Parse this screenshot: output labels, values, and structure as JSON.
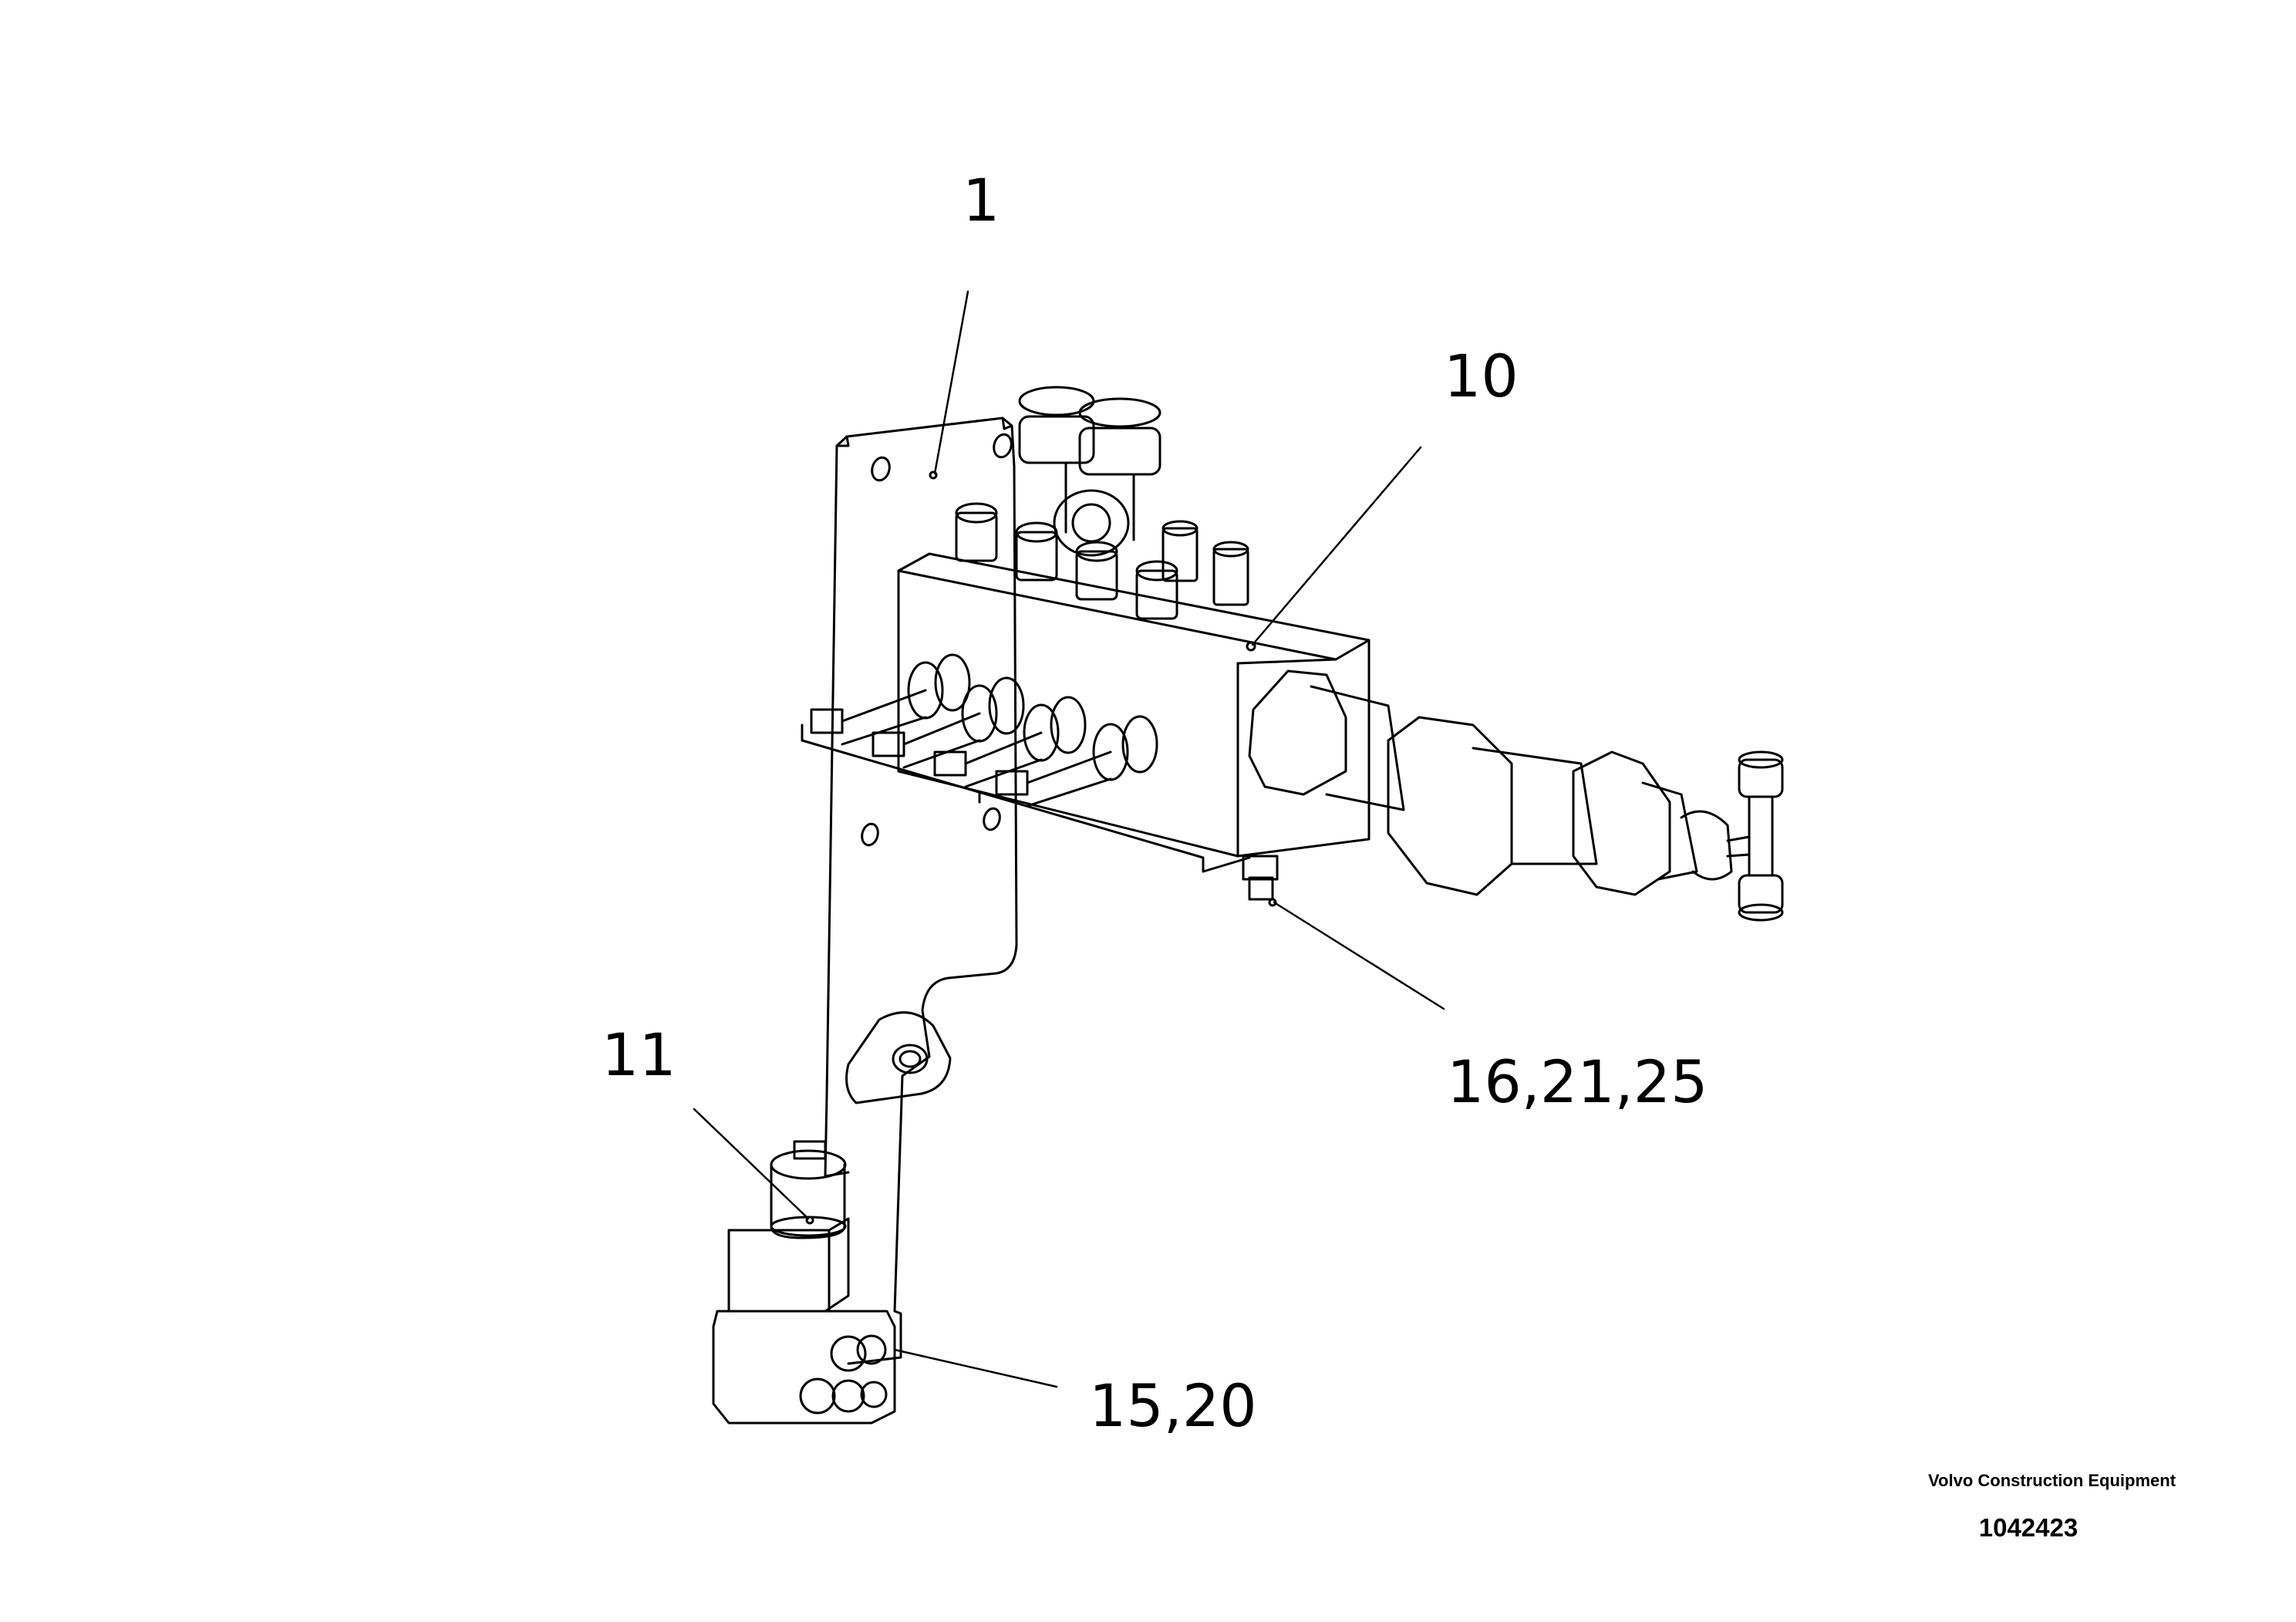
{
  "diagram": {
    "callouts": {
      "part_1": "1",
      "part_10": "10",
      "part_11": "11",
      "parts_16_21_25": "16,21,25",
      "parts_15_20": "15,20"
    }
  },
  "footer": {
    "company": "Volvo Construction Equipment",
    "drawing_number": "1042423"
  },
  "colors": {
    "line": "#000000",
    "background": "#ffffff"
  }
}
